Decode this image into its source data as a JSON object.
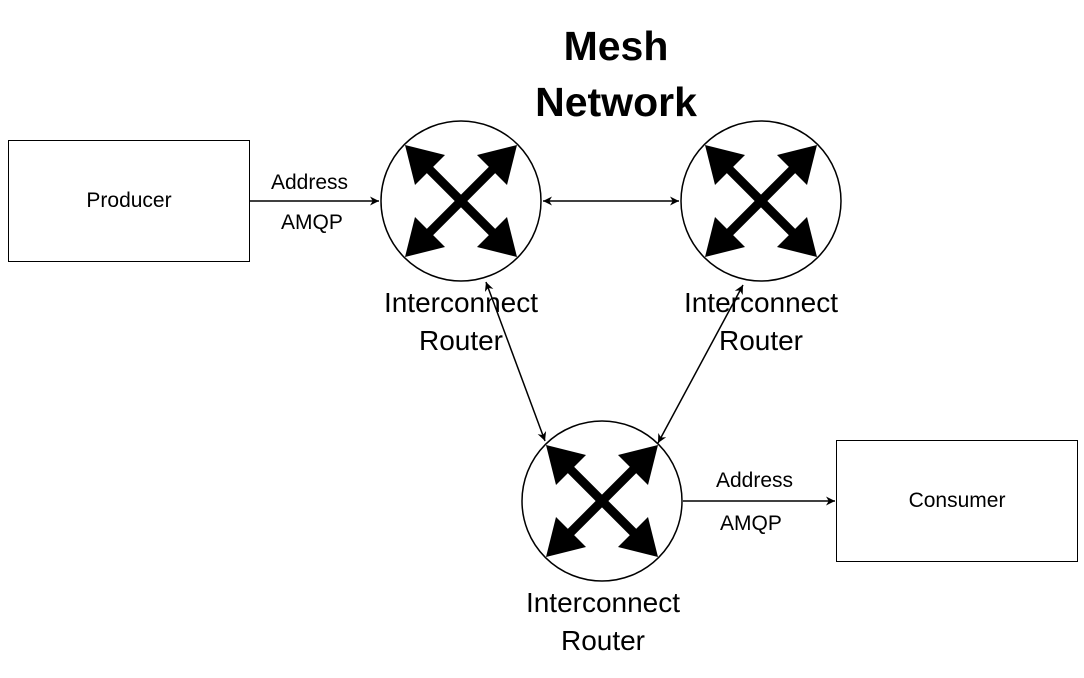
{
  "title": {
    "line1": "Mesh",
    "line2": "Network"
  },
  "producer": {
    "label": "Producer"
  },
  "consumer": {
    "label": "Consumer"
  },
  "routers": [
    {
      "line1": "Interconnect",
      "line2": "Router"
    },
    {
      "line1": "Interconnect",
      "line2": "Router"
    },
    {
      "line1": "Interconnect",
      "line2": "Router"
    }
  ],
  "edges": {
    "producer_to_router": {
      "top": "Address",
      "bottom": "AMQP"
    },
    "router_to_consumer": {
      "top": "Address",
      "bottom": "AMQP"
    }
  }
}
